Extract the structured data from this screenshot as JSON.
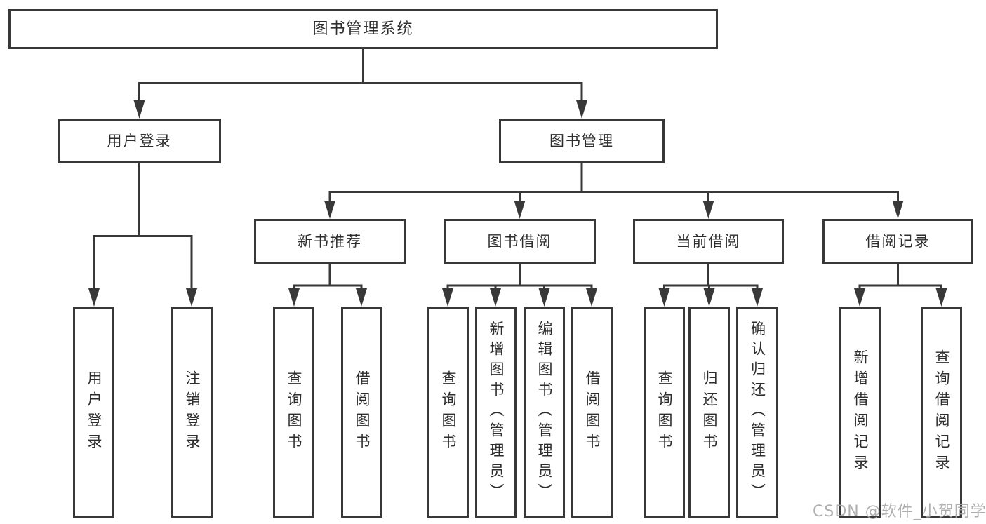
{
  "diagram": {
    "root": {
      "label": "图书管理系统"
    },
    "branches": {
      "user_login": {
        "label": "用户登录"
      },
      "book_mgmt": {
        "label": "图书管理"
      }
    },
    "sections": {
      "new_rec": {
        "label": "新书推荐"
      },
      "book_borrow": {
        "label": "图书借阅"
      },
      "current_borrow": {
        "label": "当前借阅"
      },
      "borrow_records": {
        "label": "借阅记录"
      }
    },
    "leaves": {
      "ul_login": {
        "label": "用户登录"
      },
      "ul_logout": {
        "label": "注销登录"
      },
      "nr_query": {
        "label": "查询图书"
      },
      "nr_borrow": {
        "label": "借阅图书"
      },
      "bb_query": {
        "label": "查询图书"
      },
      "bb_add": {
        "label": "新增图书（管理员）"
      },
      "bb_edit": {
        "label": "编辑图书（管理员）"
      },
      "bb_borrow": {
        "label": "借阅图书"
      },
      "cb_query": {
        "label": "查询图书"
      },
      "cb_return": {
        "label": "归还图书"
      },
      "cb_confirm": {
        "label": "确认归还（管理员）"
      },
      "br_add": {
        "label": "新增借阅记录"
      },
      "br_query": {
        "label": "查询借阅记录"
      }
    },
    "hierarchy": {
      "图书管理系统": [
        "用户登录",
        "图书管理"
      ],
      "用户登录": [
        "用户登录",
        "注销登录"
      ],
      "图书管理": [
        "新书推荐",
        "图书借阅",
        "当前借阅",
        "借阅记录"
      ],
      "新书推荐": [
        "查询图书",
        "借阅图书"
      ],
      "图书借阅": [
        "查询图书",
        "新增图书（管理员）",
        "编辑图书（管理员）",
        "借阅图书"
      ],
      "当前借阅": [
        "查询图书",
        "归还图书",
        "确认归还（管理员）"
      ],
      "借阅记录": [
        "新增借阅记录",
        "查询借阅记录"
      ]
    },
    "colors": {
      "line": "#383838",
      "text": "#2d2d2d",
      "background": "#ffffff",
      "watermark": "#a8a8aa"
    }
  },
  "watermark": {
    "text": "CSDN @软件_小贺同学"
  }
}
